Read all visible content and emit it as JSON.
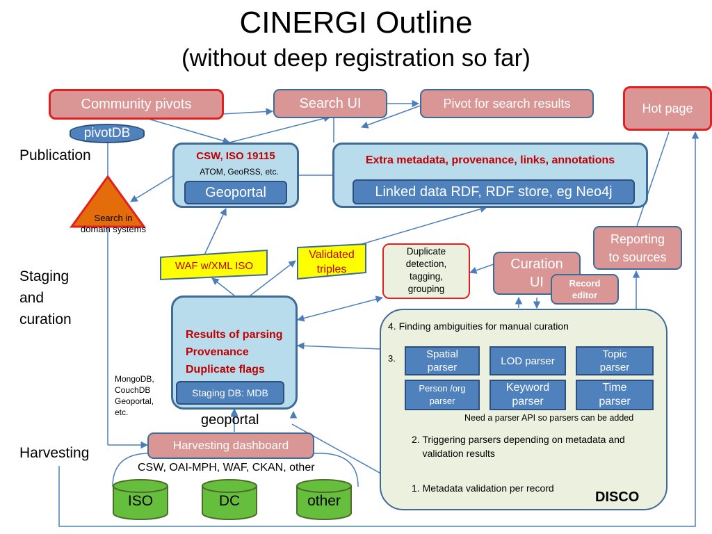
{
  "title": "CINERGI Outline",
  "subtitle": "(without deep registration so far)",
  "side_labels": {
    "publication": "Publication",
    "staging": "Staging\nand\ncuration",
    "harvesting": "Harvesting"
  },
  "publication": {
    "community_pivots": "Community pivots",
    "pivotdb": "pivotDB",
    "search_ui": "Search UI",
    "pivot_search": "Pivot for search results",
    "hot_page": "Hot page",
    "csw_title": "CSW, ISO 19115",
    "csw_sub": "ATOM, GeoRSS, etc.",
    "geoportal": "Geoportal",
    "extra_title": "Extra metadata, provenance, links, annotations",
    "linked_data": "Linked data RDF, RDF store, eg Neo4j",
    "search_domain": "Search in\ndomain systems"
  },
  "staging": {
    "waf": "WAF w/XML ISO",
    "validated": "Validated\ntriples",
    "duplicate": "Duplicate\ndetection,\ntagging,\ngrouping",
    "curation": "Curation\nUI",
    "record_editor": "Record\neditor",
    "reporting": "Reporting\nto sources",
    "results_lines": [
      "Results of parsing",
      "Provenance",
      "Duplicate flags"
    ],
    "staging_db": "Staging DB: MDB",
    "db_note": "MongoDB,\nCouchDB\nGeoportal,\netc.",
    "geoportal_label": "geoportal"
  },
  "disco": {
    "step4": "4. Finding ambiguities for manual curation",
    "step3": "3.",
    "parsers": [
      "Spatial\nparser",
      "LOD parser",
      "Topic\nparser",
      "Person /org\nparser",
      "Keyword\nparser",
      "Time\nparser"
    ],
    "api_note": "Need a parser API so parsers can be added",
    "step2": "2. Triggering parsers depending on metadata and\n    validation results",
    "step1": "1. Metadata validation per record",
    "name": "DISCO"
  },
  "harvesting": {
    "dashboard": "Harvesting dashboard",
    "protocols": "CSW, OAI-MPH, WAF, CKAN, other",
    "sources": [
      "ISO",
      "DC",
      "other"
    ]
  }
}
